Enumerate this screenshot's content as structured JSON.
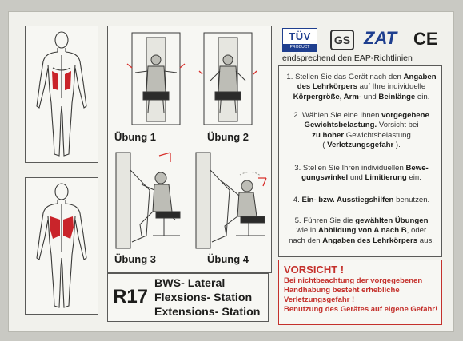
{
  "logos": {
    "tuv": "TÜV",
    "tuv_sub": "PRODUCT SERVICE",
    "gs": "GS",
    "zat": "ZAT",
    "ce": "CE"
  },
  "subtitle": "endsprechend den EAP-Richtlinien",
  "exercises": [
    "Übung 1",
    "Übung 2",
    "Übung 3",
    "Übung 4"
  ],
  "station": {
    "code": "R17",
    "lines": [
      "BWS- Lateral",
      "Flexsions- Station",
      "Extensions- Station"
    ]
  },
  "instructions": [
    {
      "n": "1.",
      "lines": [
        [
          "Stellen Sie das Gerät nach den ",
          {
            "b": "Angaben"
          }
        ],
        [
          {
            "b": "des Lehrkörpers"
          },
          " auf Ihre individuelle"
        ],
        [
          {
            "b": "Körpergröße, Arm-"
          },
          " und ",
          {
            "b": "Beinlänge"
          },
          " ein."
        ]
      ]
    },
    {
      "n": "2.",
      "lines": [
        [
          "Wählen Sie eine Ihnen ",
          {
            "b": "vorgegebene"
          }
        ],
        [
          {
            "b": "Gewichtsbelastung."
          },
          " Vorsicht bei"
        ],
        [
          {
            "b": "zu hoher"
          },
          " Gewichtsbelastung"
        ],
        [
          "( ",
          {
            "b": "Verletzungsgefahr"
          },
          " )."
        ]
      ]
    },
    {
      "n": "3.",
      "lines": [
        [
          "Stellen Sie Ihren individuellen ",
          {
            "b": "Bewe-"
          }
        ],
        [
          {
            "b": "gungswinkel"
          },
          " und ",
          {
            "b": "Limitierung"
          },
          " ein."
        ]
      ]
    },
    {
      "n": "4.",
      "lines": [
        [
          {
            "b": "Ein- bzw. Ausstiegshilfen"
          },
          " benutzen."
        ]
      ]
    },
    {
      "n": "5.",
      "lines": [
        [
          "Führen Sie die ",
          {
            "b": "gewählten Übungen"
          }
        ],
        [
          "wie in ",
          {
            "b": "Abbildung von A nach B"
          },
          ", oder"
        ],
        [
          "nach den ",
          {
            "b": "Angaben des Lehrkörpers"
          },
          " aus."
        ]
      ]
    }
  ],
  "warning": {
    "title": "VORSICHT !",
    "lines": [
      "Bei nichtbeachtung der vorgegebenen",
      "Handhabung besteht erhebliche",
      "Verletzungsgefahr !",
      "Benutzung des Gerätes auf eigene Gefahr!"
    ]
  },
  "colors": {
    "muscle_highlight": "#c9242a",
    "warning_text": "#c4302b",
    "logo_blue": "#1f3f8f",
    "arrow_red": "#d8312c"
  },
  "icons": {
    "body_front": "anatomy-front-icon",
    "body_back": "anatomy-back-icon",
    "machine": "exercise-machine-icon"
  }
}
